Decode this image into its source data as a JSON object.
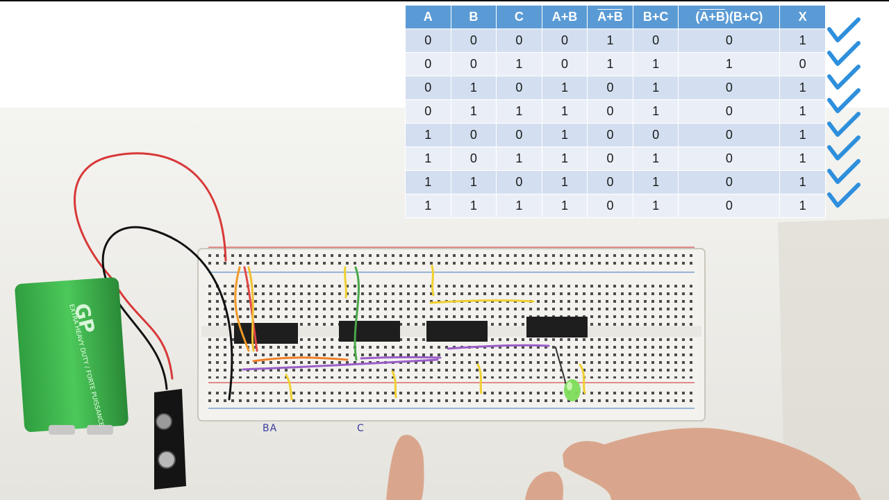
{
  "truth_table": {
    "headers": [
      "A",
      "B",
      "C",
      "A+B",
      "A+B",
      "B+C",
      "(A+B)(B+C)",
      "X"
    ],
    "rows": [
      [
        "0",
        "0",
        "0",
        "0",
        "1",
        "0",
        "0",
        "1"
      ],
      [
        "0",
        "0",
        "1",
        "0",
        "1",
        "1",
        "1",
        "0"
      ],
      [
        "0",
        "1",
        "0",
        "1",
        "0",
        "1",
        "0",
        "1"
      ],
      [
        "0",
        "1",
        "1",
        "1",
        "0",
        "1",
        "0",
        "1"
      ],
      [
        "1",
        "0",
        "0",
        "1",
        "0",
        "0",
        "0",
        "1"
      ],
      [
        "1",
        "0",
        "1",
        "1",
        "0",
        "1",
        "0",
        "1"
      ],
      [
        "1",
        "1",
        "0",
        "1",
        "0",
        "1",
        "0",
        "1"
      ],
      [
        "1",
        "1",
        "1",
        "1",
        "0",
        "1",
        "0",
        "1"
      ]
    ]
  },
  "battery": {
    "brand": "GP",
    "text": "EXTRA HEAVY DUTY / FORTE PUISSANCE"
  },
  "breadboard_labels": {
    "ba": "BA",
    "c": "C"
  },
  "colors": {
    "table_header": "#5b9bd5",
    "row_odd": "#d3dff0",
    "row_even": "#eaeff7",
    "checkmark": "#2e8fdc",
    "battery": "#3bb54a",
    "breadboard": "#f2f2ee",
    "led": "#7ddc5a"
  },
  "icons": [
    "checkmark-icon",
    "led-icon",
    "battery-icon"
  ]
}
